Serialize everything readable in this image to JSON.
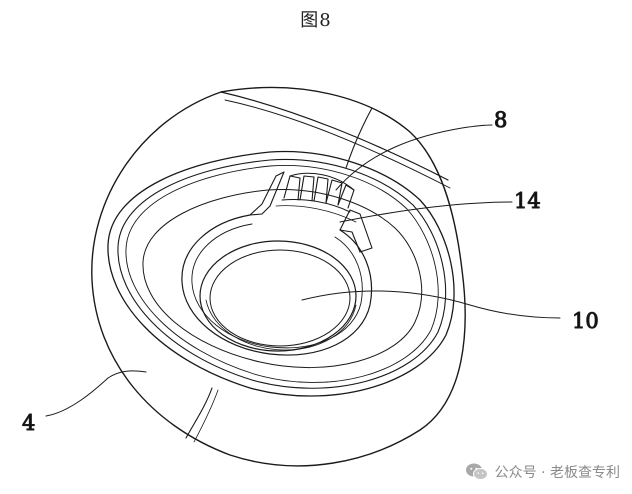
{
  "figure_title": "图8",
  "labels": {
    "part_8": "8",
    "part_14": "14",
    "part_10": "10",
    "part_4": "4"
  },
  "watermark": {
    "icon": "wechat-icon",
    "text": "公众号 · 老板查专利"
  }
}
